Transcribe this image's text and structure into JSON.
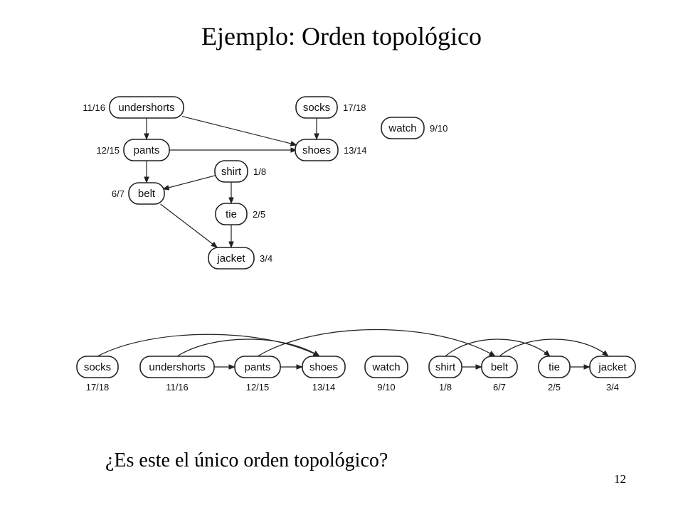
{
  "slide": {
    "title": "Ejemplo: Orden topológico",
    "question": "¿Es este el único orden topológico?",
    "page_number": "12"
  },
  "graph": {
    "nodes": [
      {
        "id": "undershorts",
        "label": "undershorts",
        "time": "11/16"
      },
      {
        "id": "socks",
        "label": "socks",
        "time": "17/18"
      },
      {
        "id": "watch",
        "label": "watch",
        "time": "9/10"
      },
      {
        "id": "pants",
        "label": "pants",
        "time": "12/15"
      },
      {
        "id": "shoes",
        "label": "shoes",
        "time": "13/14"
      },
      {
        "id": "shirt",
        "label": "shirt",
        "time": "1/8"
      },
      {
        "id": "belt",
        "label": "belt",
        "time": "6/7"
      },
      {
        "id": "tie",
        "label": "tie",
        "time": "2/5"
      },
      {
        "id": "jacket",
        "label": "jacket",
        "time": "3/4"
      }
    ],
    "edges": [
      [
        "undershorts",
        "pants"
      ],
      [
        "undershorts",
        "shoes"
      ],
      [
        "socks",
        "shoes"
      ],
      [
        "pants",
        "shoes"
      ],
      [
        "pants",
        "belt"
      ],
      [
        "shirt",
        "belt"
      ],
      [
        "shirt",
        "tie"
      ],
      [
        "tie",
        "jacket"
      ],
      [
        "belt",
        "jacket"
      ]
    ]
  },
  "topological_order": [
    "socks",
    "undershorts",
    "pants",
    "shoes",
    "watch",
    "shirt",
    "belt",
    "tie",
    "jacket"
  ]
}
